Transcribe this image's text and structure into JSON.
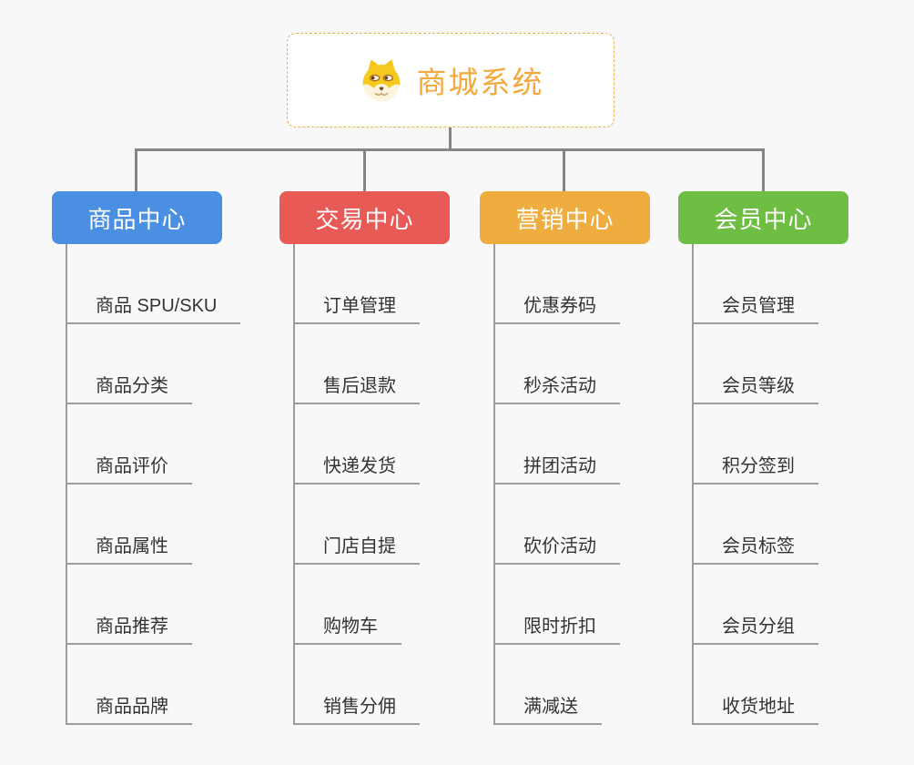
{
  "root": {
    "title": "商城系统",
    "icon": "shiba-dog-icon"
  },
  "branches": [
    {
      "label": "商品中心",
      "color": "#4A8FE2",
      "items": [
        "商品 SPU/SKU",
        "商品分类",
        "商品评价",
        "商品属性",
        "商品推荐",
        "商品品牌"
      ]
    },
    {
      "label": "交易中心",
      "color": "#E85A55",
      "items": [
        "订单管理",
        "售后退款",
        "快递发货",
        "门店自提",
        "购物车",
        "销售分佣"
      ]
    },
    {
      "label": "营销中心",
      "color": "#EFAD40",
      "items": [
        "优惠券码",
        "秒杀活动",
        "拼团活动",
        "砍价活动",
        "限时折扣",
        "满减送"
      ]
    },
    {
      "label": "会员中心",
      "color": "#6FBE44",
      "items": [
        "会员管理",
        "会员等级",
        "积分签到",
        "会员标签",
        "会员分组",
        "收货地址"
      ]
    }
  ],
  "colors": {
    "background": "#F8F8F8",
    "root_border": "#F2AE4C",
    "root_title": "#F5A83C",
    "connector": "#858585",
    "item_line": "#9C9C9C",
    "item_text": "#333333",
    "header_text": "#FFFFFF"
  }
}
